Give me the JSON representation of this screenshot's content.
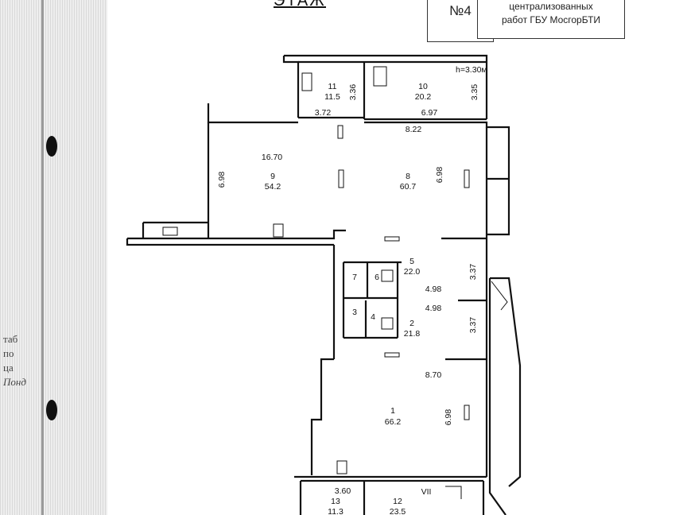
{
  "header": {
    "floor_title": "ЭТАЖ",
    "stamp_number": "№4",
    "stamp_lines": [
      "централизованных",
      "работ ГБУ МосгорБТИ"
    ]
  },
  "binder_text": [
    "таб",
    "по",
    "ца",
    "Понд"
  ],
  "height_note": "h=3.30м",
  "rooms": [
    {
      "num": "11",
      "area": "11.5"
    },
    {
      "num": "10",
      "area": "20.2"
    },
    {
      "num": "9",
      "area": "54.2"
    },
    {
      "num": "8",
      "area": "60.7"
    },
    {
      "num": "7",
      "area": ""
    },
    {
      "num": "6",
      "area": ""
    },
    {
      "num": "5",
      "area": "22.0"
    },
    {
      "num": "3",
      "area": ""
    },
    {
      "num": "4",
      "area": ""
    },
    {
      "num": "2",
      "area": "21.8"
    },
    {
      "num": "1",
      "area": "66.2"
    },
    {
      "num": "13",
      "area": "11.3"
    },
    {
      "num": "12",
      "area": "23.5"
    }
  ],
  "dimensions": [
    "3.36",
    "3.72",
    "3.35",
    "6.97",
    "8.22",
    "16.70",
    "6.98",
    "6.98",
    "3.37",
    "4.98",
    "4.98",
    "3.37",
    "8.70",
    "6.98",
    "3.60",
    "VII"
  ],
  "colors": {
    "line": "#111111",
    "paper": "#ffffff",
    "binder": "#e3e3e3"
  }
}
